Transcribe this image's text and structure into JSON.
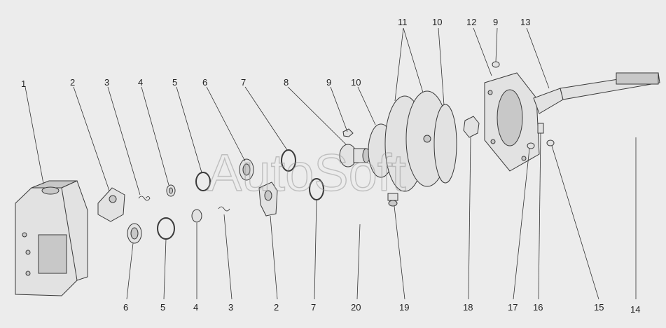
{
  "watermark": "AutoSoft",
  "callouts": [
    {
      "id": "c1",
      "text": "1",
      "color": "#b01818"
    },
    {
      "id": "c2",
      "text": "2",
      "color": "#222222"
    },
    {
      "id": "c3",
      "text": "3",
      "color": "#222222"
    },
    {
      "id": "c4",
      "text": "4",
      "color": "#222222"
    },
    {
      "id": "c5",
      "text": "5",
      "color": "#222222"
    },
    {
      "id": "c6",
      "text": "6",
      "color": "#222222"
    },
    {
      "id": "c7",
      "text": "7",
      "color": "#222222"
    },
    {
      "id": "c8",
      "text": "8",
      "color": "#222222"
    },
    {
      "id": "c9a",
      "text": "9",
      "color": "#222222"
    },
    {
      "id": "c10a",
      "text": "10",
      "color": "#222222"
    },
    {
      "id": "c11",
      "text": "11",
      "color": "#b01818"
    },
    {
      "id": "c10b",
      "text": "10",
      "color": "#b01818"
    },
    {
      "id": "c12",
      "text": "12",
      "color": "#222222"
    },
    {
      "id": "c9b",
      "text": "9",
      "color": "#222222"
    },
    {
      "id": "c13",
      "text": "13",
      "color": "#222222"
    },
    {
      "id": "b6",
      "text": "6",
      "color": "#222222"
    },
    {
      "id": "b5",
      "text": "5",
      "color": "#222222"
    },
    {
      "id": "b4",
      "text": "4",
      "color": "#222222"
    },
    {
      "id": "b3",
      "text": "3",
      "color": "#222222"
    },
    {
      "id": "b2",
      "text": "2",
      "color": "#222222"
    },
    {
      "id": "b7",
      "text": "7",
      "color": "#222222"
    },
    {
      "id": "b20",
      "text": "20",
      "color": "#222222"
    },
    {
      "id": "b19",
      "text": "19",
      "color": "#222222"
    },
    {
      "id": "b18",
      "text": "18",
      "color": "#222222"
    },
    {
      "id": "b17",
      "text": "17",
      "color": "#222222"
    },
    {
      "id": "b16",
      "text": "16",
      "color": "#222222"
    },
    {
      "id": "b15",
      "text": "15",
      "color": "#222222"
    },
    {
      "id": "b14",
      "text": "14",
      "color": "#222222"
    }
  ]
}
